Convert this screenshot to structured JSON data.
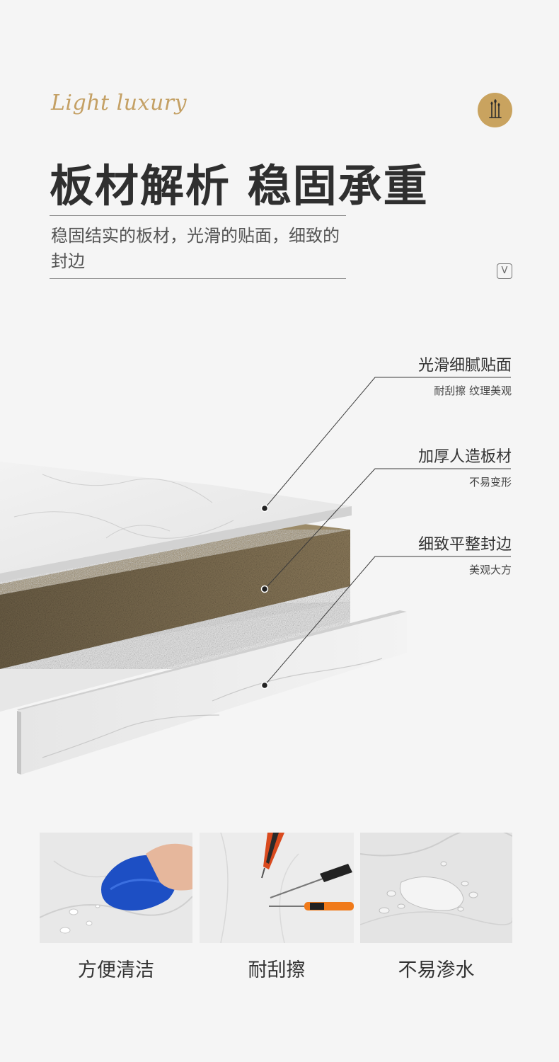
{
  "header": {
    "brand": "Light luxury",
    "title": "板材解析 稳固承重",
    "subtitle": "稳固结实的板材，光滑的贴面，细致的封边",
    "chevron": "V"
  },
  "callouts": [
    {
      "title": "光滑细腻贴面",
      "subtitle": "耐刮擦 纹理美观"
    },
    {
      "title": "加厚人造板材",
      "subtitle": "不易变形"
    },
    {
      "title": "细致平整封边",
      "subtitle": "美观大方"
    }
  ],
  "features": [
    {
      "label": "方便清洁",
      "icon": "cleaning-cloth"
    },
    {
      "label": "耐刮擦",
      "icon": "screwdrivers"
    },
    {
      "label": "不易渗水",
      "icon": "water-drops"
    }
  ],
  "colors": {
    "accent": "#c9a35f",
    "core": "#8c7a5a",
    "marble": "#e9e9e9"
  }
}
